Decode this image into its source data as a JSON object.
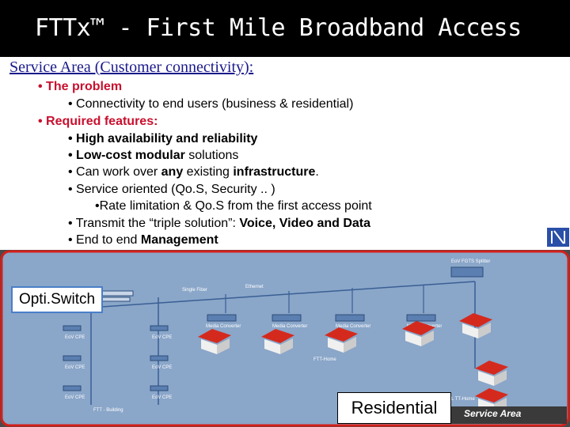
{
  "slide": {
    "title": "FTTx™ - First Mile Broadband Access",
    "heading": "Service Area (Customer connectivity):",
    "problem_label": "• The problem",
    "problem_text": "• Connectivity to end users (business & residential)",
    "features_label": "• Required features:",
    "f1": "• High availability and reliability",
    "f2_bold": "• Low-cost modular",
    "f2_rest": " solutions",
    "f3_a": "• Can work over ",
    "f3_b": "any",
    "f3_c": " existing ",
    "f3_d": "infrastructure",
    "f3_e": ".",
    "f4": "• Service oriented (Qo.S, Security .. )",
    "f4_sub": "•Rate limitation & Qo.S from the first access point",
    "f5_a": "• Transmit the “triple solution”: ",
    "f5_b": "Voice, Video and Data",
    "f6_a": "• End to end ",
    "f6_b": "Management"
  },
  "diagram": {
    "callout_left": "Opti.Switch",
    "callout_right": "Residential",
    "service_label": "Service Area",
    "labels": {
      "single_fiber": "Single Fiber",
      "ethernet_label": "Ethernet",
      "splitter": "EoV FGTS Splitter",
      "mc": "Media Converter",
      "cpe": "EoV CPE",
      "ftthome": "FTT-Home",
      "vdsl": "Ethernet over VDSL TT-Home",
      "building": "FTT - Building"
    }
  },
  "colors": {
    "accent": "#c8102e",
    "link": "#1a1a8c",
    "frame": "#d4201a"
  }
}
